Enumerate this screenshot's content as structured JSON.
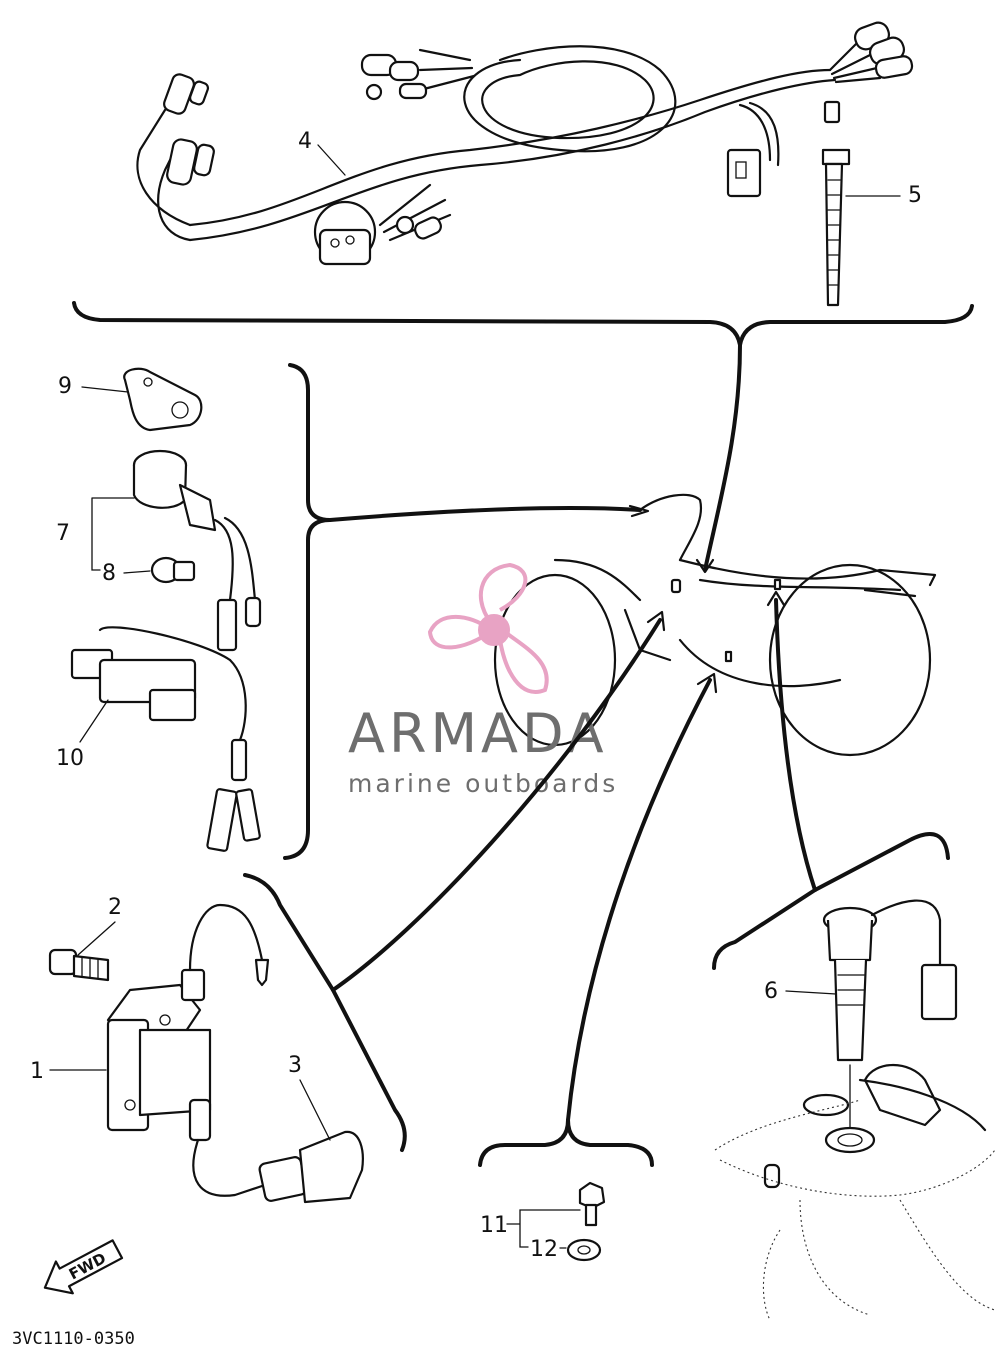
{
  "diagram": {
    "callouts": {
      "c1": "1",
      "c2": "2",
      "c3": "3",
      "c4": "4",
      "c5": "5",
      "c6": "6",
      "c7": "7",
      "c8": "8",
      "c9": "9",
      "c10": "10",
      "c11": "11",
      "c12": "12"
    },
    "direction_label": "FWD",
    "drawing_code": "3VC1110-0350"
  },
  "watermark": {
    "brand": "ARMADA",
    "tagline": "marine outboards",
    "colors": {
      "brand_text": "#6e6e6e",
      "propeller": "#e8a3c4"
    }
  },
  "icons": [
    "propeller-logo-icon",
    "fwd-arrow-icon"
  ]
}
